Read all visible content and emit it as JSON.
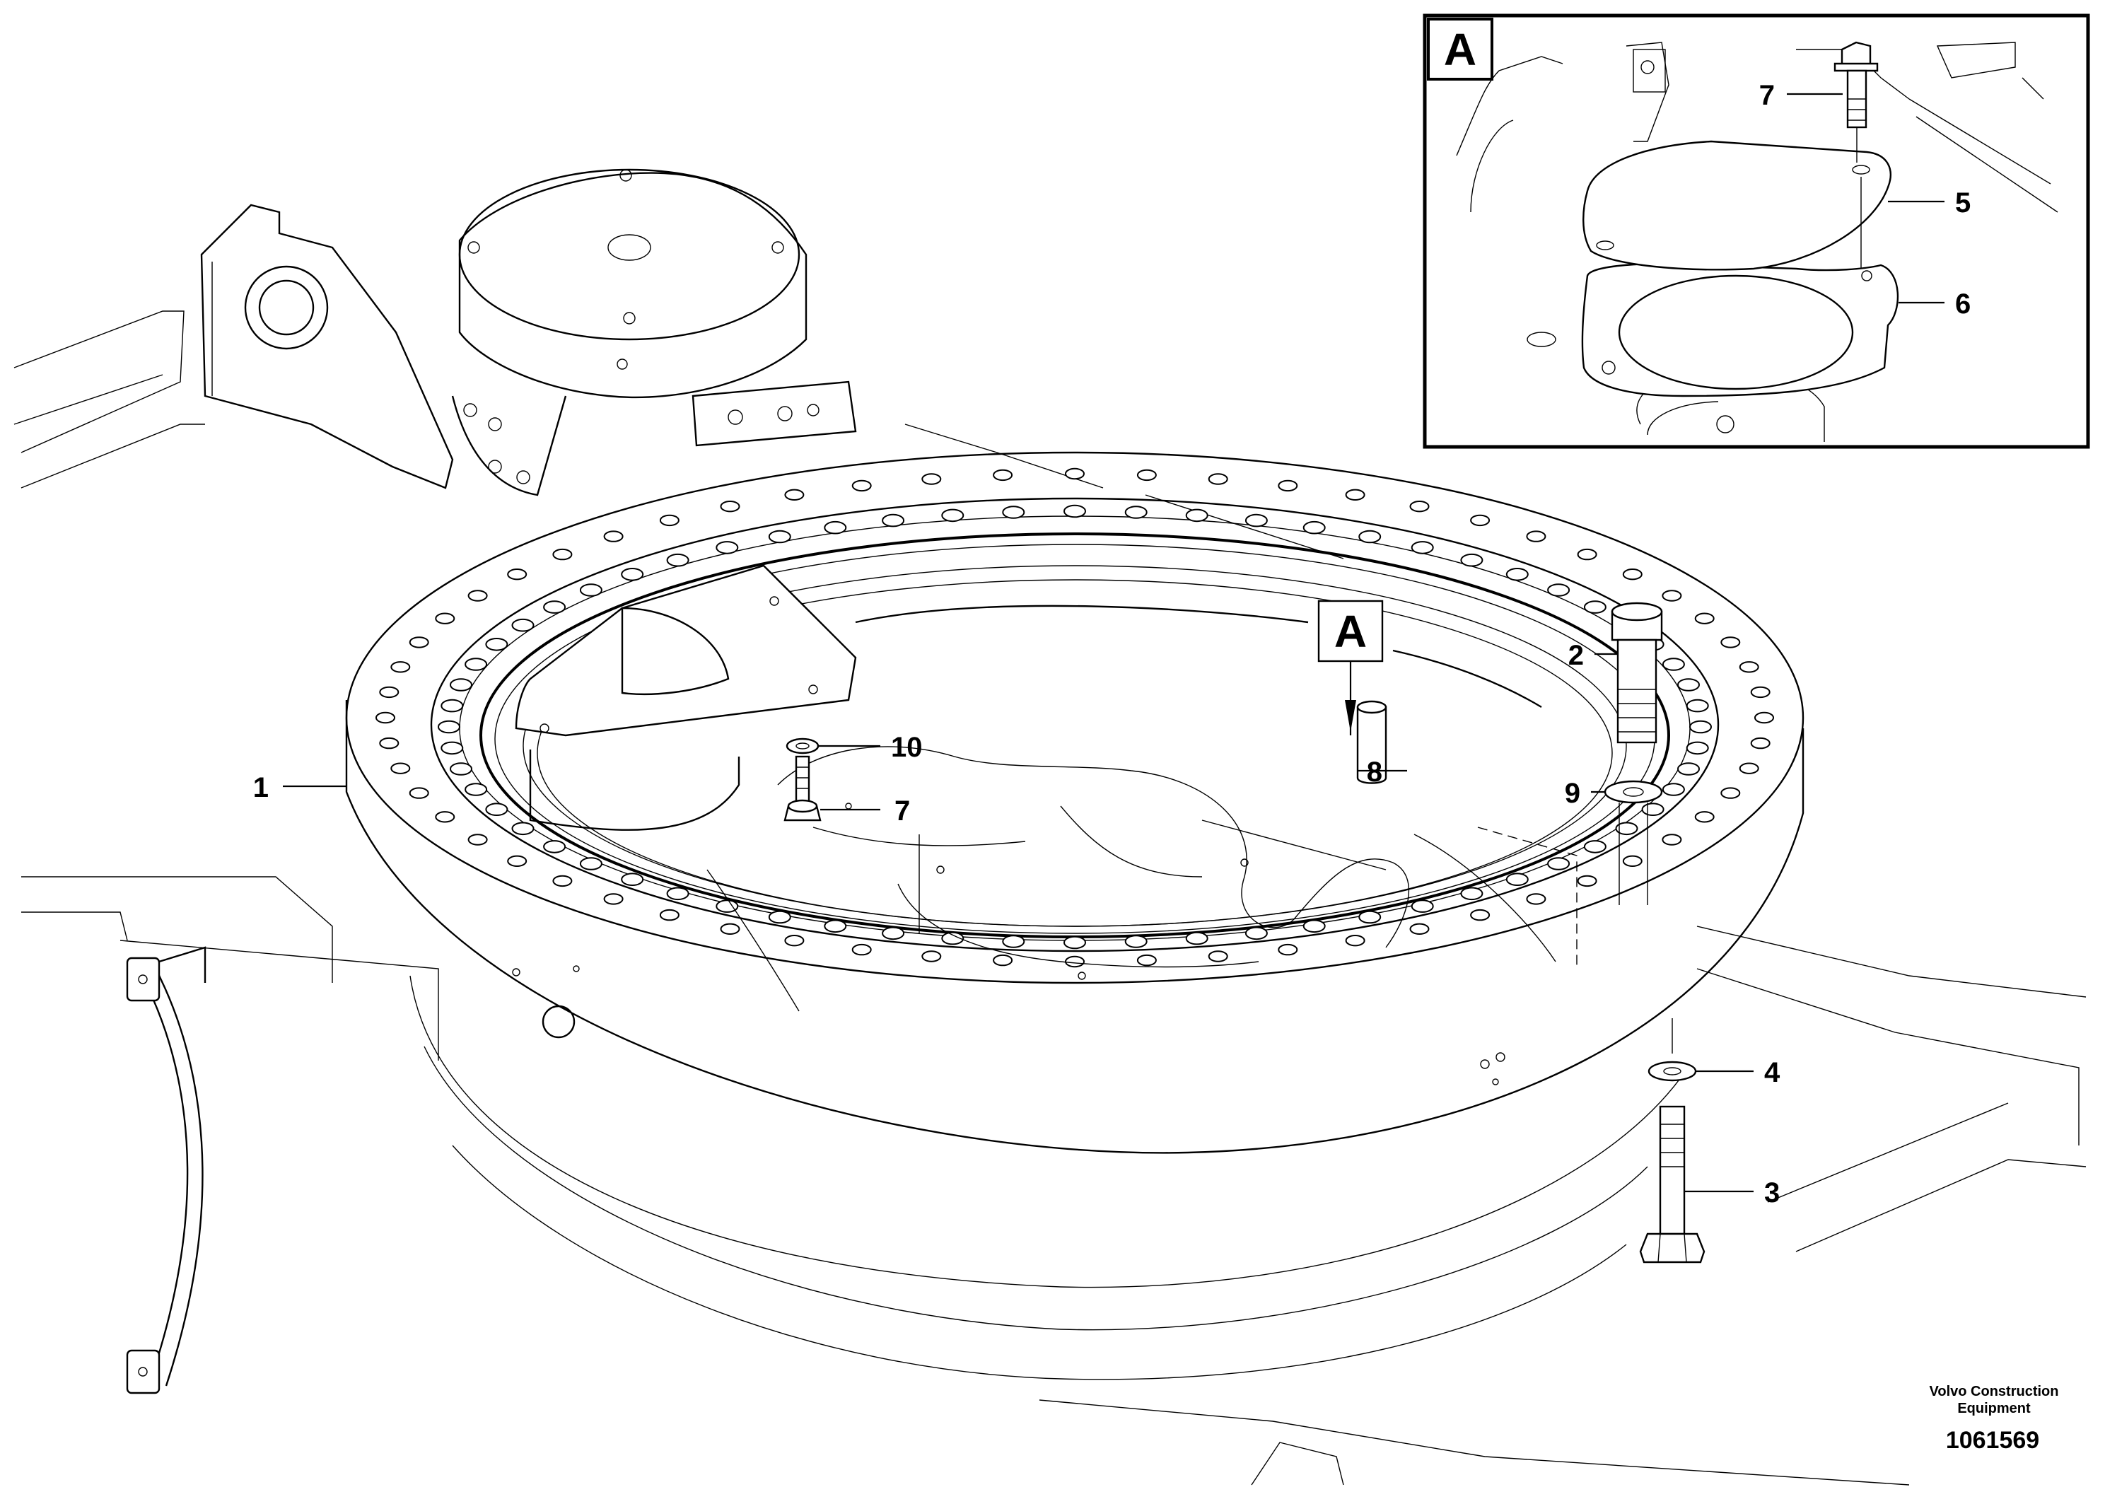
{
  "diagram": {
    "view_marker": "A",
    "inset_label": "A",
    "callouts": {
      "c1": "1",
      "c2": "2",
      "c3": "3",
      "c4": "4",
      "c5": "5",
      "c6": "6",
      "c7_inset": "7",
      "c7_main": "7",
      "c8": "8",
      "c9": "9",
      "c10": "10"
    },
    "brand_line1": "Volvo Construction",
    "brand_line2": "Equipment",
    "drawing_number": "1061569"
  }
}
